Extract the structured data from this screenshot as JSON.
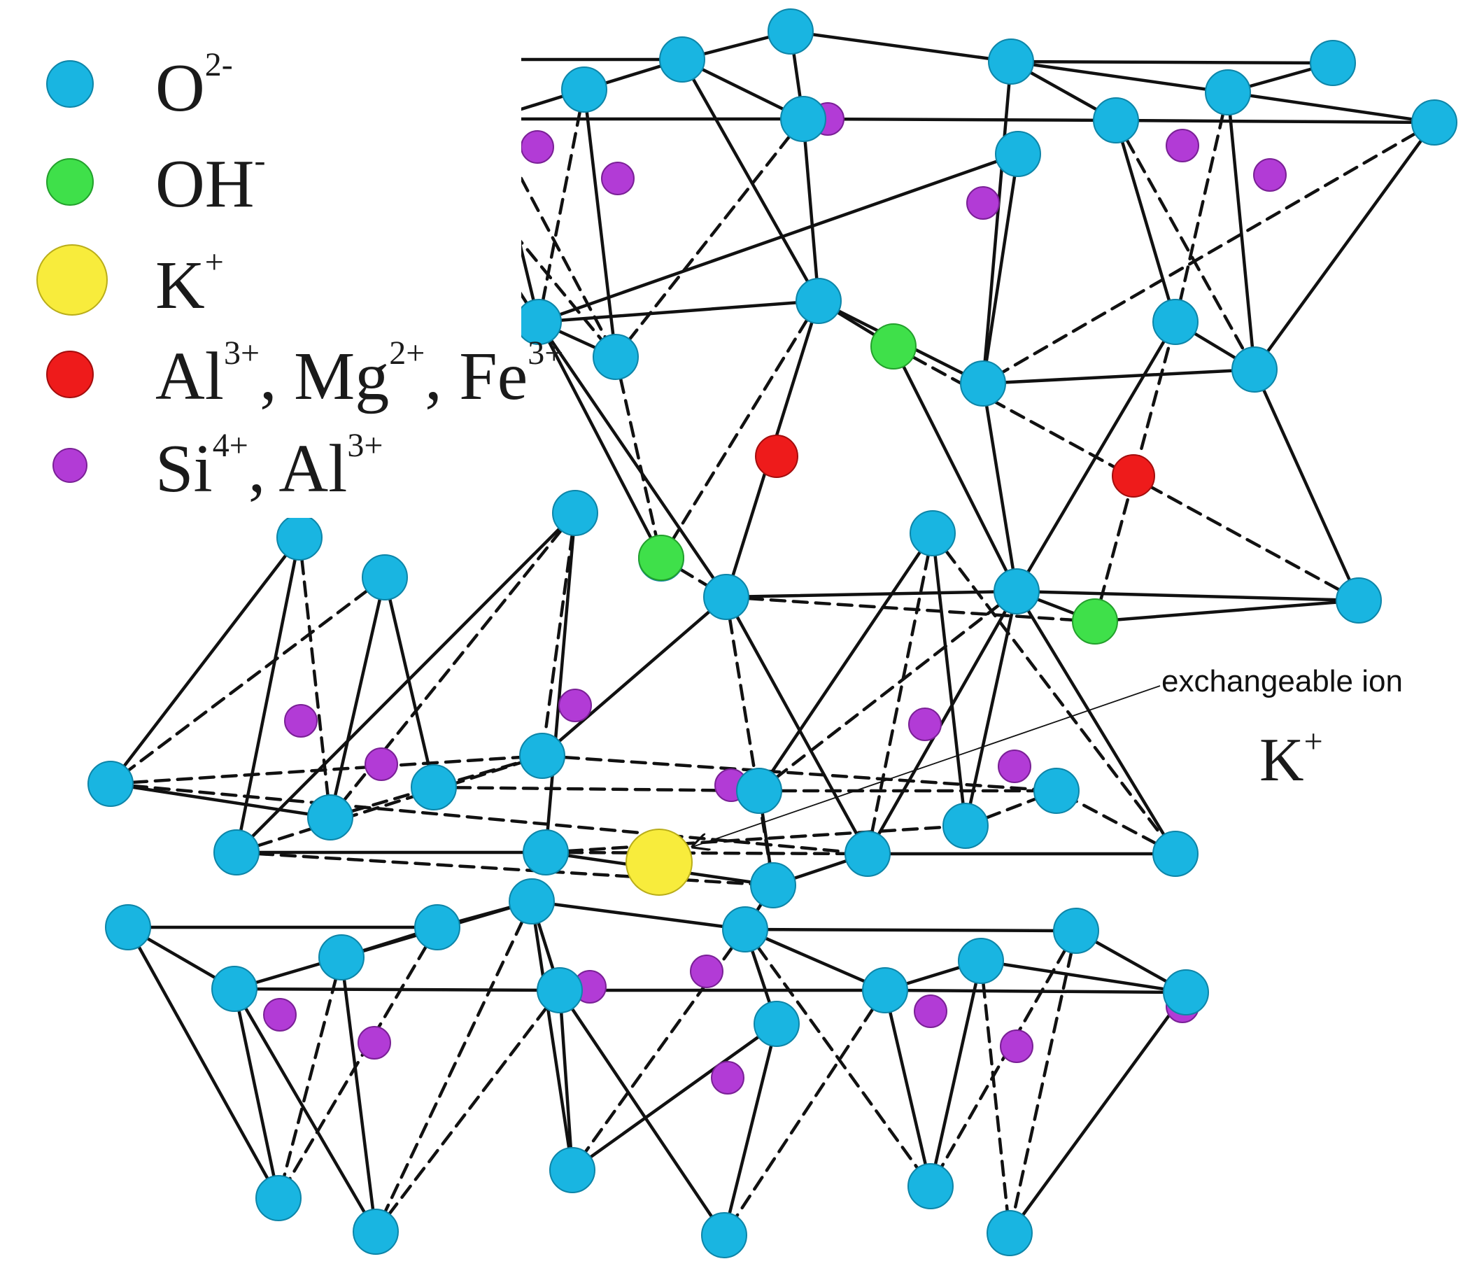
{
  "colors": {
    "oxygen": "#19b5e1",
    "oxygen_stroke": "#0d85a8",
    "hydroxyl": "#3fe04a",
    "hydroxyl_stroke": "#23a02c",
    "potassium": "#f8ec3c",
    "potassium_stroke": "#b9ad1a",
    "octahedral": "#ee1b1b",
    "octahedral_stroke": "#a30d0d",
    "tetrahedral": "#b23bd6",
    "tetrahedral_stroke": "#7a2096",
    "bond": "#111111"
  },
  "legend": [
    {
      "key": "oxygen",
      "base": "O",
      "sup": "2-"
    },
    {
      "key": "hydroxyl",
      "base": "OH",
      "sup": "-"
    },
    {
      "key": "potassium",
      "base": "K",
      "sup": "+"
    },
    {
      "key": "octahedral",
      "parts": [
        {
          "base": "Al",
          "sup": "3+"
        },
        {
          "base": ", Mg",
          "sup": "2+"
        },
        {
          "base": ", Fe",
          "sup": "3+"
        }
      ]
    },
    {
      "key": "tetrahedral",
      "parts": [
        {
          "base": "Si",
          "sup": "4+"
        },
        {
          "base": ", Al",
          "sup": "3+"
        }
      ]
    }
  ],
  "annotation": {
    "text": "exchangeable ion",
    "ion_label": "K",
    "ion_sup": "+"
  }
}
